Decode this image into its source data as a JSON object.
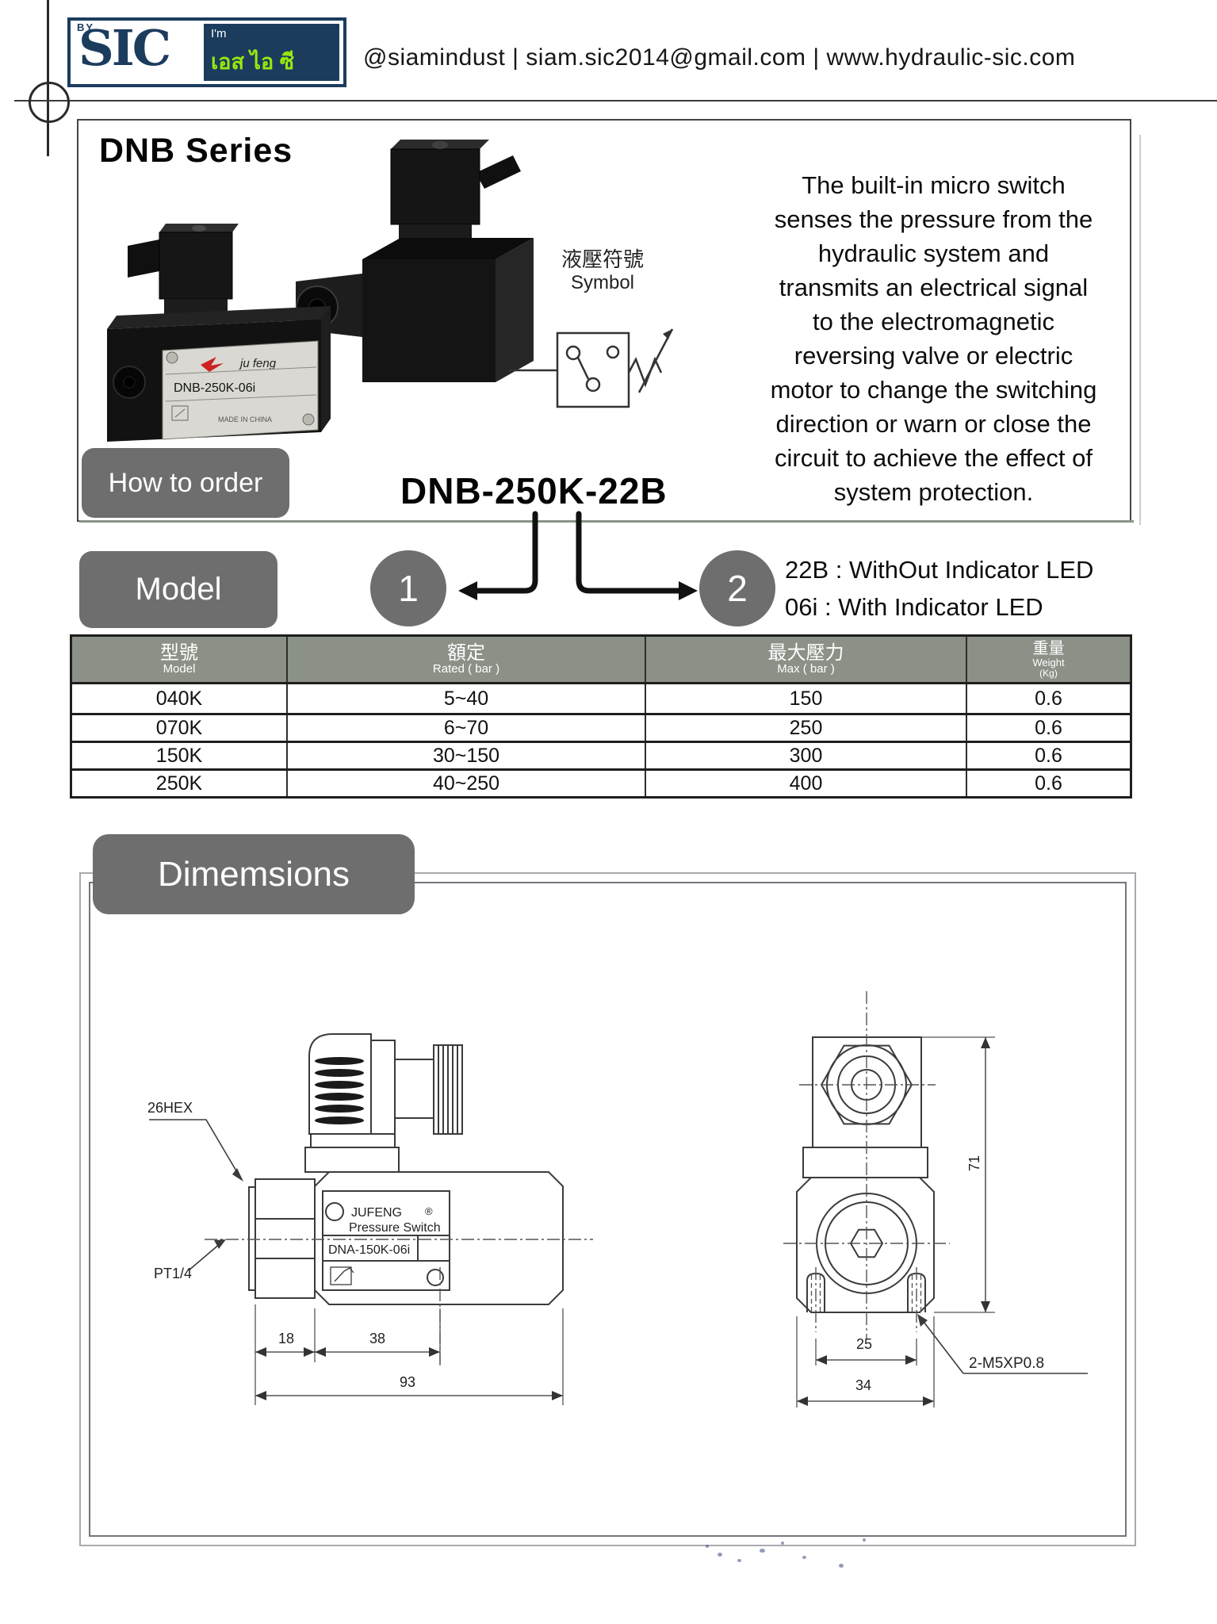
{
  "colors": {
    "navy": "#1c3c5e",
    "thai_green": "#97e90d",
    "badge_gray": "#6e6e6e",
    "table_header": "#8b9187",
    "logo_red": "#cc2222"
  },
  "header": {
    "by": "BY",
    "sic": "SIC",
    "im": "I'm",
    "thai": "เอส ไอ ซี",
    "contact": "@siamindust  |  siam.sic2014@gmail.com |  www.hydraulic-sic.com"
  },
  "overview": {
    "series_title": "DNB Series",
    "symbol_label_zh": "液壓符號",
    "symbol_label_en": "Symbol",
    "photo_plate": {
      "brand": "ju feng",
      "model": "DNB-250K-06i",
      "made_in": "MADE IN CHINA"
    },
    "description_lines": [
      "The built-in micro switch",
      "senses the pressure from the",
      "hydraulic system and",
      "transmits an electrical signal",
      "to the electromagnetic",
      "reversing valve or electric",
      "motor to change the switching",
      "direction or warn or close the",
      "circuit to achieve the effect of",
      "system protection."
    ]
  },
  "how_to_order": {
    "badge": "How to order",
    "model_code": "DNB-250K-22B",
    "model_badge": "Model",
    "callout1": "1",
    "callout2": "2",
    "option1": "22B : WithOut Indicator LED",
    "option2": "06i : With Indicator LED"
  },
  "spec_table": {
    "headers": {
      "col1_zh": "型號",
      "col1_en": "Model",
      "col2_zh": "額定",
      "col2_en": "Rated ( bar )",
      "col3_zh": "最大壓力",
      "col3_en": "Max ( bar )",
      "col4_zh": "重量",
      "col4_en": "Weight",
      "col4_en2": "(Kg)"
    },
    "rows": [
      [
        "040K",
        "5~40",
        "150",
        "0.6"
      ],
      [
        "070K",
        "6~70",
        "250",
        "0.6"
      ],
      [
        "150K",
        "30~150",
        "300",
        "0.6"
      ],
      [
        "250K",
        "40~250",
        "400",
        "0.6"
      ]
    ]
  },
  "dimensions": {
    "badge": "Dimemsions",
    "side_view": {
      "hex_label": "26HEX",
      "port_label": "PT1/4",
      "plate_brand": "JUFENG",
      "plate_reg": "®",
      "plate_type": "Pressure Switch",
      "plate_model": "DNA-150K-06i",
      "dim_18": "18",
      "dim_38": "38",
      "dim_93": "93"
    },
    "front_view": {
      "dim_71": "71",
      "dim_25": "25",
      "dim_34": "34",
      "bolt_label": "2-M5XP0.8"
    }
  }
}
